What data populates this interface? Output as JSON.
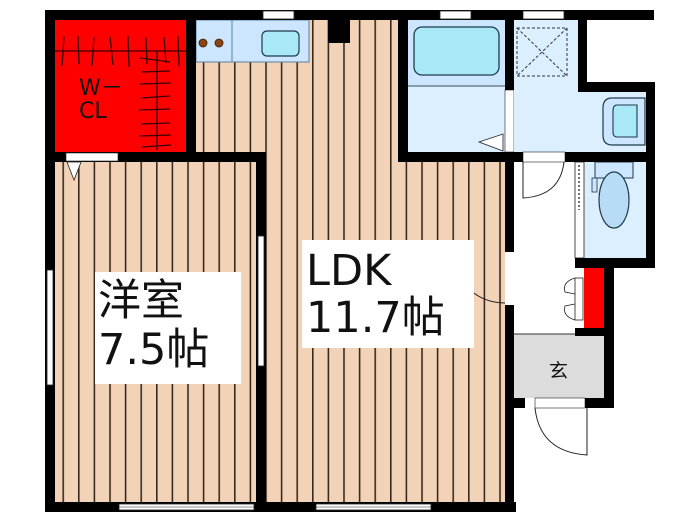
{
  "floorplan": {
    "rooms": [
      {
        "id": "western-room",
        "name": "洋室",
        "size": "7.5帖"
      },
      {
        "id": "ldk",
        "name": "LDK",
        "size": "11.7帖"
      },
      {
        "id": "walk-in-closet",
        "name_line1": "W－",
        "name_line2": "CL"
      },
      {
        "id": "entrance",
        "name": "玄"
      }
    ],
    "labels": {
      "western_name": "洋室",
      "western_size": "7.5帖",
      "ldk_name": "LDK",
      "ldk_size": "11.7帖",
      "wcl_line1": "W－",
      "wcl_line2": "CL",
      "genkan": "玄"
    },
    "colors": {
      "wall": "#000000",
      "wood_floor": "#f2d3b8",
      "wood_line": "#3a2a1e",
      "wet_area": "#dcefff",
      "fixture": "#a9e9f7",
      "closet_red": "#ff0000",
      "entrance_gray": "#dcdcdc"
    }
  }
}
